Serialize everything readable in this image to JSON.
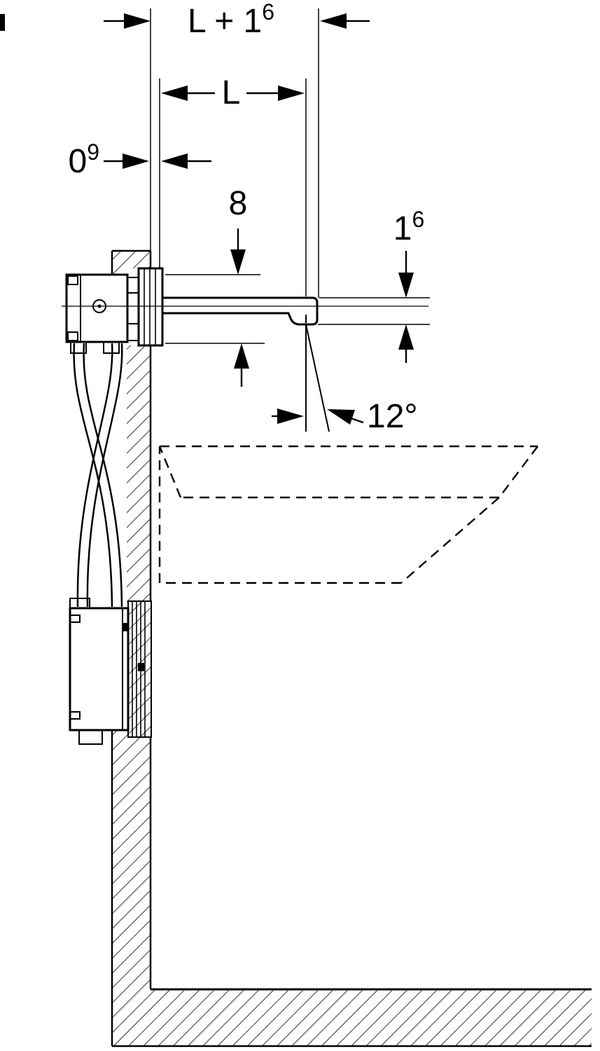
{
  "colors": {
    "background": "#ffffff",
    "line": "#000000"
  },
  "labels": {
    "l_plus_16": {
      "base": "L + 1",
      "sup": "6"
    },
    "l": {
      "base": "L"
    },
    "zero_9": {
      "base": "0",
      "sup": "9"
    },
    "eight": {
      "base": "8"
    },
    "one_6": {
      "base": "1",
      "sup": "6"
    },
    "angle_12": {
      "base": "12°"
    }
  }
}
